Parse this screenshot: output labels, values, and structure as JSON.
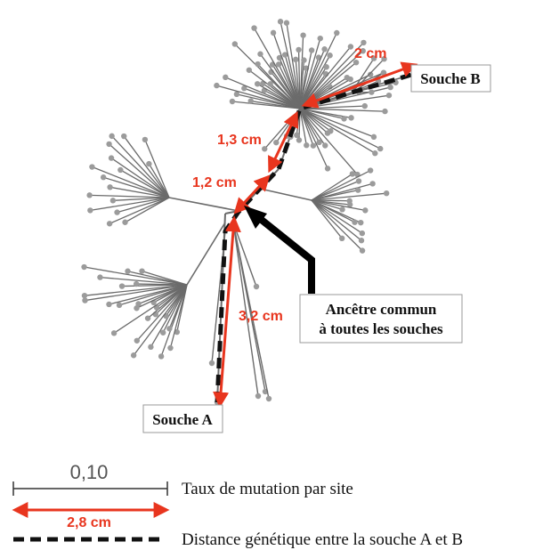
{
  "diagram": {
    "labels": {
      "strain_a": "Souche A",
      "strain_b": "Souche B",
      "ancestor_line1": "Ancêtre commun",
      "ancestor_line2": "à toutes les souches"
    },
    "segments": {
      "seg_b": "2 cm",
      "seg_13": "1,3 cm",
      "seg_12": "1,2 cm",
      "seg_a": "3,2 cm"
    },
    "legend": {
      "scale_value": "0,10",
      "scale_desc": "Taux de mutation par site",
      "scale_length": "2,8 cm",
      "distance_desc": "Distance génétique entre la souche A et B"
    },
    "colors": {
      "branch": "#6b6b6b",
      "tip": "#9b9b9b",
      "arrow": "#e8351e",
      "path": "#111111"
    }
  }
}
